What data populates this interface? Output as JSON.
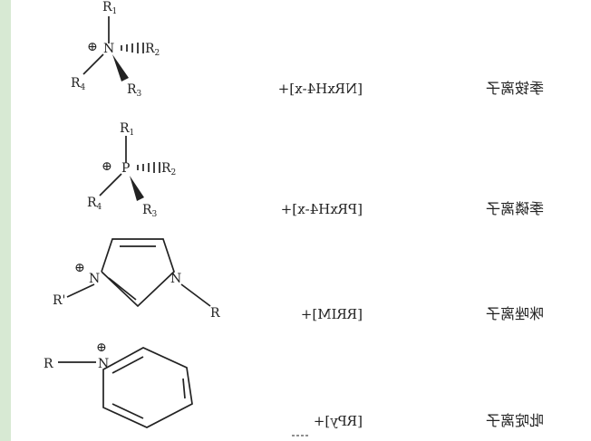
{
  "rows": [
    {
      "structure": {
        "center": "N",
        "charge": "⊕",
        "substituents": {
          "top": "R",
          "top_sub": "1",
          "right": "R",
          "right_sub": "2",
          "bottom_right": "R",
          "bottom_right_sub": "3",
          "bottom_left": "R",
          "bottom_left_sub": "4"
        }
      },
      "formula": "[NRxH4-x]+",
      "label": "季铵离子"
    },
    {
      "structure": {
        "center": "P",
        "charge": "⊕",
        "substituents": {
          "top": "R",
          "top_sub": "1",
          "right": "R",
          "right_sub": "2",
          "bottom_right": "R",
          "bottom_right_sub": "3",
          "bottom_left": "R",
          "bottom_left_sub": "4"
        }
      },
      "formula": "[PRxH4-x]+",
      "label": "季磷离子"
    },
    {
      "structure": {
        "left_n": "N",
        "right_n": "N",
        "charge": "⊕",
        "left_sub": "R'",
        "right_sub": "R"
      },
      "formula": "[RRIM]+",
      "label": "咪唑离子"
    },
    {
      "structure": {
        "n": "N",
        "charge": "⊕",
        "sub": "R"
      },
      "formula": "[RPy]+",
      "label": "吡啶离子"
    }
  ],
  "mirrored": true
}
